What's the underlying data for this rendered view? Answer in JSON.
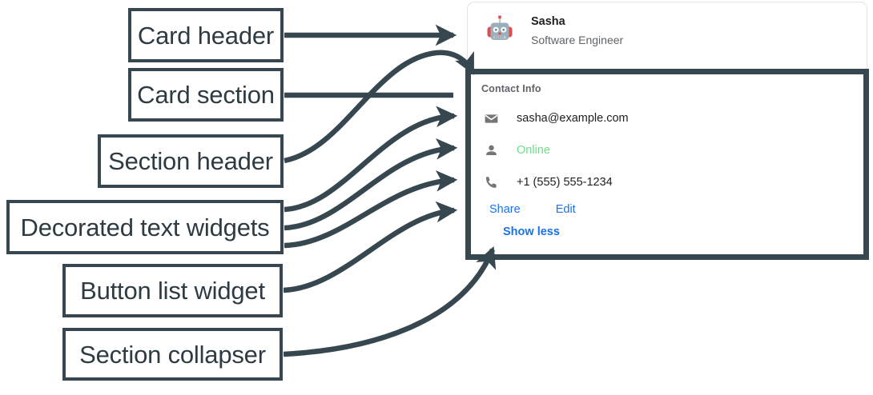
{
  "annotations": {
    "boxes": [
      {
        "id": "card-header",
        "label": "Card header"
      },
      {
        "id": "card-section",
        "label": "Card section"
      },
      {
        "id": "section-header",
        "label": "Section header"
      },
      {
        "id": "decorated-text",
        "label": "Decorated text widgets"
      },
      {
        "id": "button-list",
        "label": "Button list widget"
      },
      {
        "id": "section-collapser",
        "label": "Section collapser"
      }
    ],
    "ink_color": "#37474f",
    "box_text_color": "#2e3b43"
  },
  "card": {
    "header": {
      "avatar_icon": "robot-avatar-icon",
      "title": "Sasha",
      "subtitle": "Software Engineer"
    },
    "section": {
      "header": "Contact Info",
      "rows": [
        {
          "icon": "email-icon",
          "text": "sasha@example.com",
          "style": "default"
        },
        {
          "icon": "person-icon",
          "text": "Online",
          "style": "online"
        },
        {
          "icon": "phone-icon",
          "text": "+1 (555) 555-1234",
          "style": "default"
        }
      ],
      "buttons": [
        {
          "label": "Share"
        },
        {
          "label": "Edit"
        }
      ],
      "collapser": "Show less"
    }
  },
  "colors": {
    "link": "#1a73e8",
    "online": "#6fdd8b",
    "muted": "#5f6368",
    "text": "#202124",
    "card_border": "#e3e3e3",
    "annotation": "#37474f"
  }
}
